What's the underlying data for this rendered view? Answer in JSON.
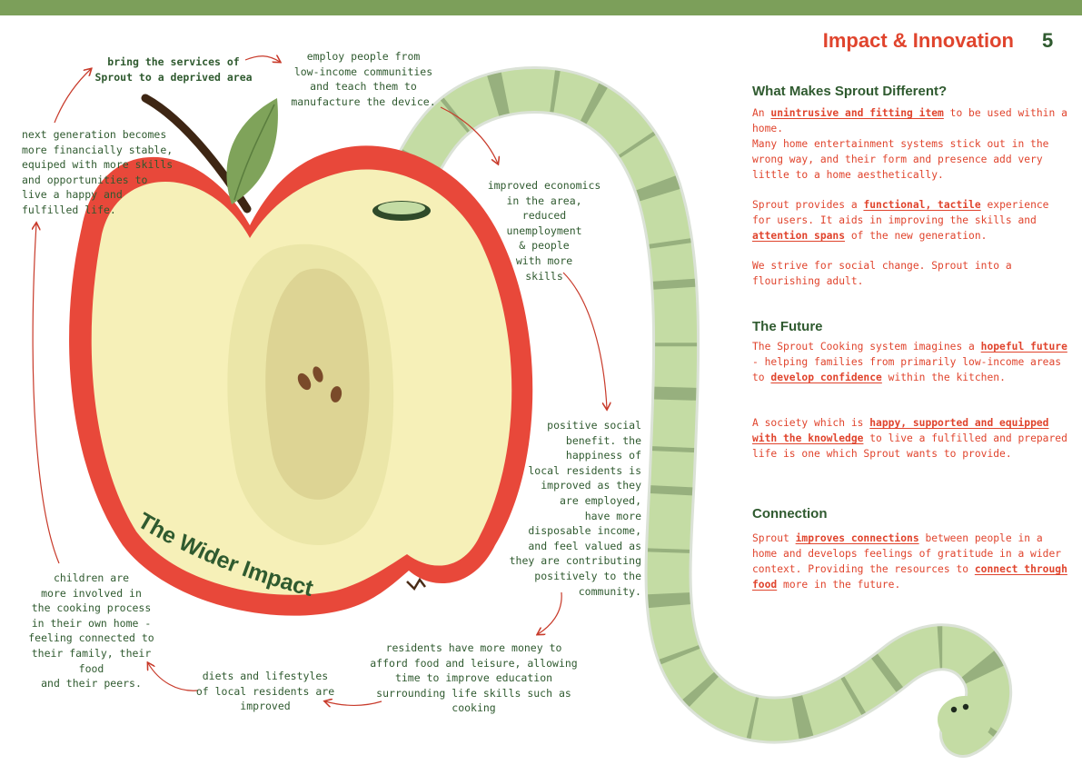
{
  "header": {
    "title": "Impact & Innovation",
    "page_number": "5"
  },
  "apple_title": "The Wider Impact",
  "notes": {
    "bring_services": "bring the services of\nSprout to a deprived area",
    "employ_people": "employ people from\nlow-income communities\nand teach them to\nmanufacture the device.",
    "improved_economics": "improved economics\nin the area,\nreduced\nunemployment\n& people\nwith more\nskills",
    "positive_social": "positive social\nbenefit. the\nhappiness of\nlocal residents is\nimproved as they\nare employed,\nhave more\ndisposable income,\nand feel valued as\nthey are contributing\npositively to the\ncommunity.",
    "residents_money": "residents have more money to\nafford food and leisure, allowing\ntime to improve education\nsurrounding life skills such as\ncooking",
    "diets": "diets and lifestyles\nof local residents are\nimproved",
    "children": "children are\nmore involved in\nthe cooking process\nin their own home -\nfeeling connected to\ntheir family, their food\nand their peers.",
    "next_generation": "next generation becomes\nmore financially stable,\nequiped with more skills\nand opportunities to\nlive a happy and\nfulfilled life."
  },
  "sections": {
    "different": {
      "heading": "What Makes Sprout Different?",
      "p1_a": "An ",
      "p1_u1": "unintrusive and  fitting item",
      "p1_b": " to be used within a home.",
      "p1_c": "Many home entertainment systems stick out in the wrong way, and their form and presence add very little to a home aesthetically.",
      "p2_a": "Sprout provides a ",
      "p2_u1": "functional, tactile",
      "p2_b": " experience for users. It aids in improving the skills and ",
      "p2_u2": "attention spans",
      "p2_c": " of the new generation.",
      "p3": "We strive for social change. Sprout into a flourishing adult."
    },
    "future": {
      "heading": "The Future",
      "p1_a": "The Sprout Cooking system imagines a ",
      "p1_u1": "hopeful future",
      "p1_b": " - helping families from primarily low-income areas to ",
      "p1_u2": "develop confidence",
      "p1_c": " within the kitchen.",
      "p2_a": "A society which is ",
      "p2_u1": "happy, supported and equipped with the knowledge",
      "p2_b": " to live a fulfilled and prepared life is one which Sprout wants to provide."
    },
    "connection": {
      "heading": "Connection",
      "p1_a": "Sprout ",
      "p1_u1": "improves connections",
      "p1_b": " between people in a home and develops feelings of gratitude in a wider context. Providing the resources to ",
      "p1_u2": "connect through food",
      "p1_c": " more in the future."
    }
  },
  "colors": {
    "green_dark": "#2f5a2f",
    "red_accent": "#e0442d",
    "top_bar": "#7c9f5a",
    "worm": "#c4dca4",
    "worm_stripe": "#8fa878",
    "apple_skin": "#e8483a",
    "apple_flesh": "#f6f0b8"
  }
}
